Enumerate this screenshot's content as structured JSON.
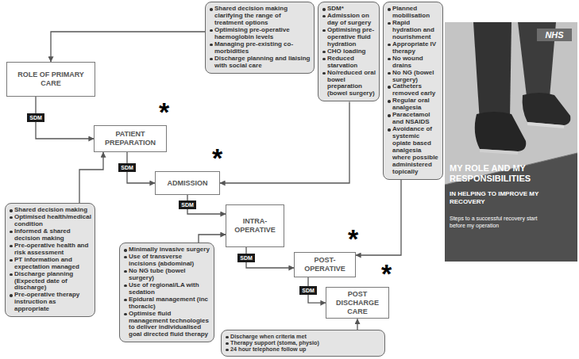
{
  "diagram": {
    "nodes": [
      {
        "text": [
          "Shared decision making clarifying the range of treatment options",
          "Optimising pre-operative haemoglobin levels",
          "Managing pre-existing co-morbidities",
          "Discharge planning and liaising with social care"
        ]
      },
      {
        "text": [
          "SDM*",
          "Admission on day of surgery",
          "Optimising pre-operative fluid hydration",
          "CHO loading",
          "Reduced starvation",
          "No/reduced oral bowel preparation (bowel surgery)"
        ]
      },
      {
        "text": [
          "Planned mobilisation",
          "Rapid hydration and nourishment",
          "Appropriate IV therapy",
          "No wound drains",
          "No NG (bowel surgery)",
          "Catheters removed early",
          "Regular oral analgesia",
          "Paracetamol and NSAIDS",
          "Avoidance of systemic opiate based analgesia where possible administered topically"
        ]
      },
      {
        "text": [
          "ROLE OF PRIMARY CARE"
        ]
      },
      {
        "text": [
          "PATIENT PREPARATION"
        ]
      },
      {
        "text": [
          "ADMISSION"
        ]
      },
      {
        "text": [
          "INTRA-OPERATIVE"
        ]
      },
      {
        "text": [
          "Shared decision making",
          "Optimised health/medical condition",
          "Informed & shared decision making",
          "Pre-operative health and risk assessment",
          "PT information and expectation managed",
          "Discharge planning (Expected date of discharge)",
          "Pre-operative therapy instruction as appropriate"
        ]
      },
      {
        "text": [
          "Minimally invasive surgery",
          "Use of transverse incisions (abdominal)",
          "No NG tube (bowel surgery)",
          "Use of regional/LA with sedation",
          "Epidural management (inc thoracic)",
          "Optimise fluid management technologies to deliver individualised goal directed fluid therapy"
        ]
      },
      {
        "text": [
          "POST-OPERATIVE"
        ]
      },
      {
        "text": [
          "POST DISCHARGE CARE"
        ]
      },
      {
        "text": [
          "Discharge when criteria met",
          "Therapy support (stoma, physio)",
          "24 hour telephone follow up"
        ]
      }
    ],
    "edges": [
      {
        "from": 0,
        "to": 3,
        "arrow": "to"
      },
      {
        "from": 3,
        "to": 4,
        "label": "SDM",
        "arrow": "to"
      },
      {
        "from": 7,
        "to": 4,
        "arrow": "to"
      },
      {
        "from": 4,
        "to": 5,
        "label": "SDM",
        "arrow": "to"
      },
      {
        "from": 1,
        "to": 5,
        "arrow": "to"
      },
      {
        "from": 5,
        "to": 6,
        "label": "SDM",
        "arrow": "to"
      },
      {
        "from": 8,
        "to": 6,
        "arrow": "to"
      },
      {
        "from": 6,
        "to": 9,
        "label": "SDM",
        "arrow": "to"
      },
      {
        "from": 2,
        "to": 9,
        "arrow": "to"
      },
      {
        "from": 9,
        "to": 10,
        "label": "SDM",
        "arrow": "to"
      },
      {
        "from": 11,
        "to": 10,
        "arrow": "to"
      }
    ],
    "labels": [
      "*",
      "*",
      "*",
      "*",
      "NHS",
      "MY ROLE AND MY RESPONSIBILITIES",
      "IN HELPING TO IMPROVE MY RECOVERY",
      "Steps to a successful recovery start before my operation"
    ]
  }
}
